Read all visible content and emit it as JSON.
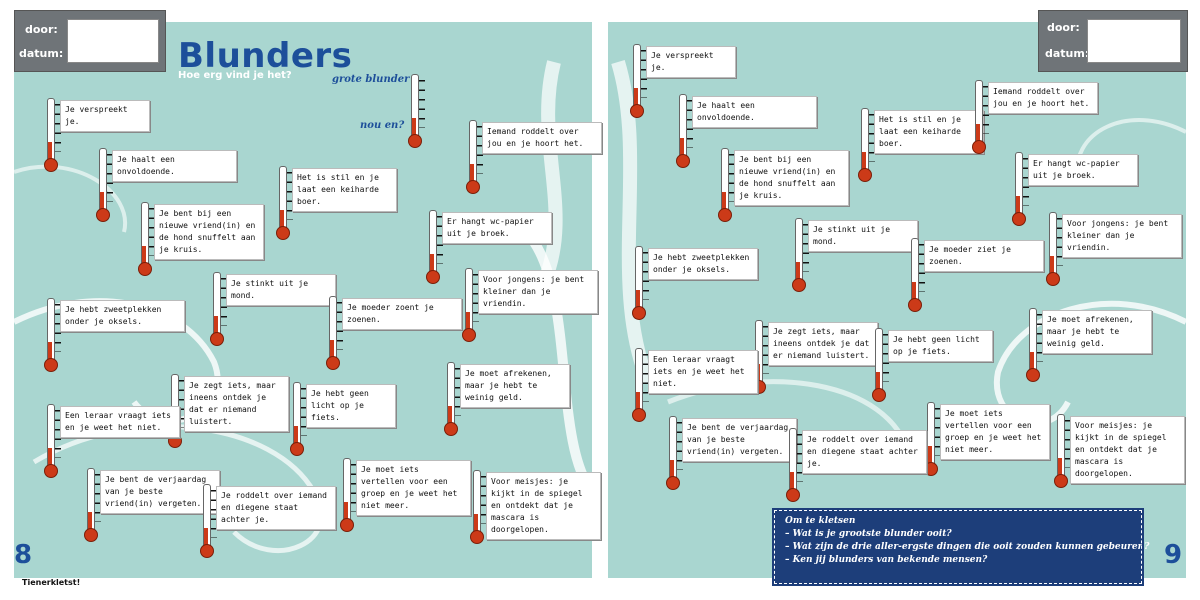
{
  "header": {
    "door_label": "door:",
    "datum_label": "datum:",
    "title": "Blunders",
    "subtitle": "Hoe erg vind je het?",
    "scale_top": "grote blunder",
    "scale_bottom": "nou en?"
  },
  "pages": {
    "left": "8",
    "right": "9"
  },
  "footer": "Tienerkletst!",
  "discussion": {
    "title": "Om te kletsen",
    "items": [
      "– Wat is je grootste blunder ooit?",
      "– Wat zijn de drie aller-ergste dingen die ooit zouden kunnen gebeuren?",
      "– Ken jij blunders van bekende mensen?"
    ]
  },
  "statements_left": [
    "Je verspreekt je.",
    "Je haalt een onvoldoende.",
    "Je bent bij een nieuwe vriend(in) en de hond snuffelt aan je kruis.",
    "Het is stil en je laat een keiharde boer.",
    "Iemand roddelt over jou en je hoort het.",
    "Er hangt wc-papier uit je broek.",
    "Je stinkt uit je mond.",
    "Je moeder zoent je zoenen.",
    "Voor jongens: je bent kleiner dan je vriendin.",
    "Je hebt zweetplekken onder je oksels.",
    "Je zegt iets, maar ineens ontdek je dat er niemand luistert.",
    "Je hebt geen licht op je fiets.",
    "Je moet afrekenen, maar je hebt te weinig geld.",
    "Een leraar vraagt iets en je weet het niet.",
    "Je bent de verjaardag van je beste vriend(in) vergeten.",
    "Je roddelt over iemand en diegene staat achter je.",
    "Je moet iets vertellen voor een groep en je weet het niet meer.",
    "Voor meisjes: je kijkt in de spiegel en ontdekt dat je mascara is doorgelopen."
  ],
  "statements_right": [
    "Je verspreekt je.",
    "Je haalt een onvoldoende.",
    "Je bent bij een nieuwe vriend(in) en de hond snuffelt aan je kruis.",
    "Het is stil en je laat een keiharde boer.",
    "Iemand roddelt over jou en je hoort het.",
    "Er hangt wc-papier uit je broek.",
    "Voor jongens: je bent kleiner dan je vriendin.",
    "Je stinkt uit je mond.",
    "Je moeder ziet je zoenen.",
    "Je hebt zweetplekken onder je oksels.",
    "Je zegt iets, maar ineens ontdek je dat er niemand luistert.",
    "Je hebt geen licht op je fiets.",
    "Je moet afrekenen, maar je hebt te weinig geld.",
    "Een leraar vraagt iets en je weet het niet.",
    "Je moet iets vertellen voor een groep en je weet het niet meer.",
    "Je bent de verjaardag van je beste vriend(in) vergeten.",
    "Je roddelt over iemand en diegene staat achter je.",
    "Voor meisjes: je kijkt in de spiegel en ontdekt dat je mascara is doorgelopen."
  ]
}
